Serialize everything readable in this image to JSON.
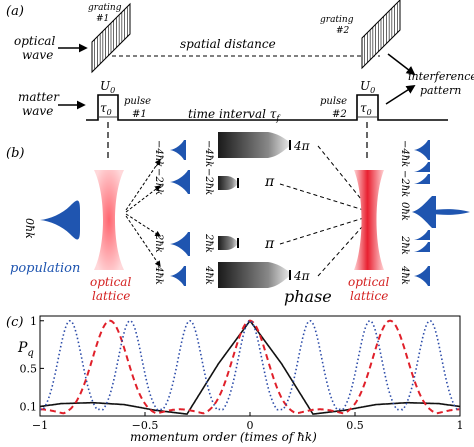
{
  "panel_a": {
    "label": "(a)",
    "optical_wave": [
      "optical",
      "wave"
    ],
    "matter_wave": [
      "matter",
      "wave"
    ],
    "grating1": [
      "grating",
      "#1"
    ],
    "grating2": [
      "grating",
      "#2"
    ],
    "spatial_distance": "spatial distance",
    "pulse1": [
      "pulse",
      "#1"
    ],
    "pulse2": "pulse",
    "pulse2_num": "#2",
    "U0": "U",
    "U0_sub": "0",
    "tau0": "τ",
    "tau0_sub": "0",
    "time_interval": "time interval τ",
    "time_interval_sub": "f",
    "interference": [
      "interference",
      "pattern"
    ]
  },
  "panel_b": {
    "label": "(b)",
    "zero": "0ħk",
    "population": "population",
    "optical_lattice_left": [
      "optical",
      "lattice"
    ],
    "optical_lattice_right": [
      "optical",
      "lattice"
    ],
    "orders_left": [
      "−4ħk",
      "−2ħk",
      "2ħk",
      "4ħk"
    ],
    "orders_mid": [
      "−4ħk",
      "−2ħk",
      "2ħk",
      "4ħk"
    ],
    "orders_right": [
      "−4ħk",
      "−2ħk",
      "0ħk",
      "2ħk",
      "4ħk"
    ],
    "phase_4pi_top": "4π",
    "phase_pi_top": "π",
    "phase_pi_bottom": "π",
    "phase_4pi_bottom": "4π",
    "phase": "phase",
    "colors": {
      "blue": "#1f55b0",
      "red": "#e0202a",
      "population_text": "#1f55b0",
      "lattice_text": "#d42020"
    }
  },
  "panel_c": {
    "label": "(c)",
    "ylabel": "P",
    "ylabel_sub": "q",
    "xlabel": "momentum order (times of ħk)",
    "chart_data": {
      "type": "line",
      "title": "",
      "xlabel": "momentum order (times of ħk)",
      "ylabel": "Pq",
      "xlim": [
        -1,
        1
      ],
      "ylim": [
        0,
        1.05
      ],
      "xticks": [
        -1,
        -0.5,
        0,
        0.5,
        1
      ],
      "xtick_labels": [
        "−1",
        "−0.5",
        "0",
        "0.5",
        "1"
      ],
      "yticks": [
        0.1,
        0.5,
        1
      ],
      "ytick_labels": [
        "0.1",
        "0.5",
        "1"
      ],
      "grid": false,
      "series": [
        {
          "style": "solid",
          "color": "#111111",
          "N": 1,
          "points": [
            [
              -1,
              0.1
            ],
            [
              -0.9,
              0.13
            ],
            [
              -0.75,
              0.14
            ],
            [
              -0.6,
              0.12
            ],
            [
              -0.45,
              0.06
            ],
            [
              -0.3,
              0.02
            ],
            [
              -0.15,
              0.55
            ],
            [
              0,
              1.0
            ],
            [
              0.15,
              0.55
            ],
            [
              0.3,
              0.02
            ],
            [
              0.45,
              0.06
            ],
            [
              0.6,
              0.12
            ],
            [
              0.75,
              0.14
            ],
            [
              0.9,
              0.13
            ],
            [
              1,
              0.1
            ]
          ]
        },
        {
          "style": "dashed",
          "color": "#e0202a",
          "N": 3,
          "peaks": [
            -0.667,
            0,
            0.667
          ],
          "peak_height": 1.0,
          "baseline": 0.07
        },
        {
          "style": "dotted",
          "color": "#2a4aa8",
          "N": 7,
          "peaks": [
            -0.857,
            -0.571,
            -0.286,
            0,
            0.286,
            0.571,
            0.857
          ],
          "peak_height": 1.0,
          "baseline": 0.07
        }
      ]
    }
  }
}
